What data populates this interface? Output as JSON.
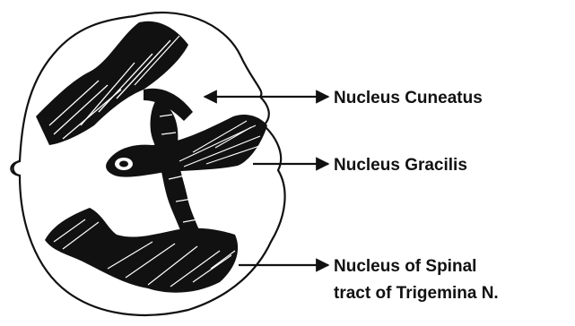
{
  "diagram": {
    "labels": {
      "cuneatus": "Nucleus Cuneatus",
      "gracilis": "Nucleus Gracilis",
      "spinal_line1": "Nucleus of Spinal",
      "spinal_line2": "tract of Trigemina N."
    },
    "colors": {
      "ink": "#111111",
      "background": "#ffffff"
    }
  }
}
